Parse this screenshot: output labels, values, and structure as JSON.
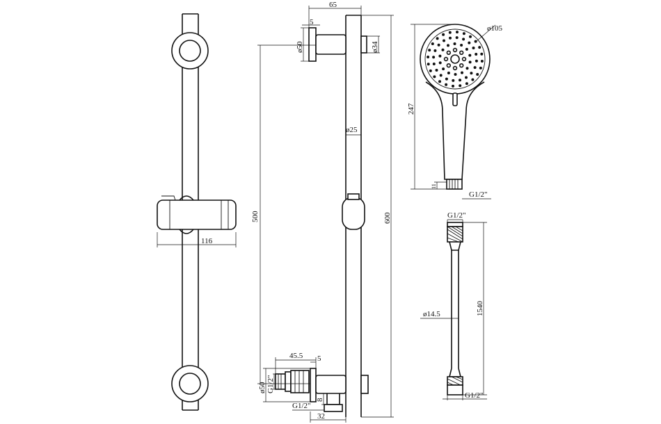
{
  "labels": {
    "width_116": "116",
    "offset_65": "65",
    "thk_5_top": "5",
    "dia_50_top": "ø50",
    "dia_34": "ø34",
    "dia_25": "ø25",
    "len_500": "500",
    "len_600": "600",
    "dia_105": "ø105",
    "len_247": "247",
    "thread_head": "G1/2\"",
    "thread_hose_top": "G1/2\"",
    "dia_14_5": "ø14.5",
    "len_1540": "1540",
    "thread_hose_bottom": "G1/2\"",
    "len_45_5": "45.5",
    "thk_5_bottom": "5",
    "dia_50_bottom": "ø50",
    "thread_outlet_side": "G1/2\"",
    "dim_8": "8",
    "thread_outlet_bottom": "G1/2\"",
    "len_32": "32",
    "tick_11": "11"
  }
}
